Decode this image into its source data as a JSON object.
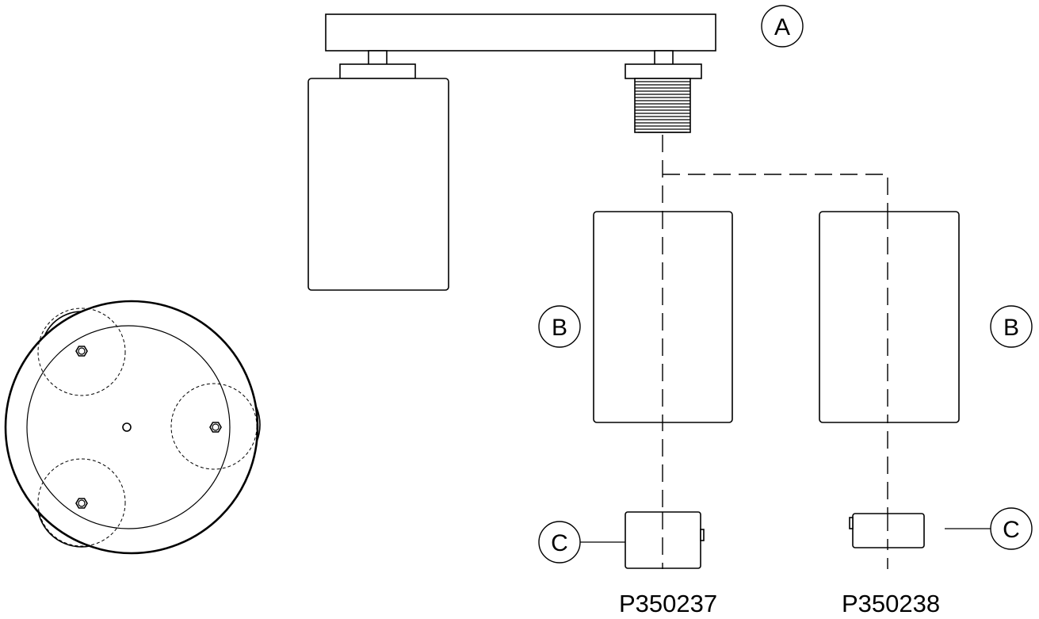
{
  "callouts": {
    "a": "A",
    "b": "B",
    "c": "C"
  },
  "part_numbers": {
    "left": "P350237",
    "right": "P350238"
  },
  "colors": {
    "line": "#000000",
    "background": "#ffffff"
  }
}
